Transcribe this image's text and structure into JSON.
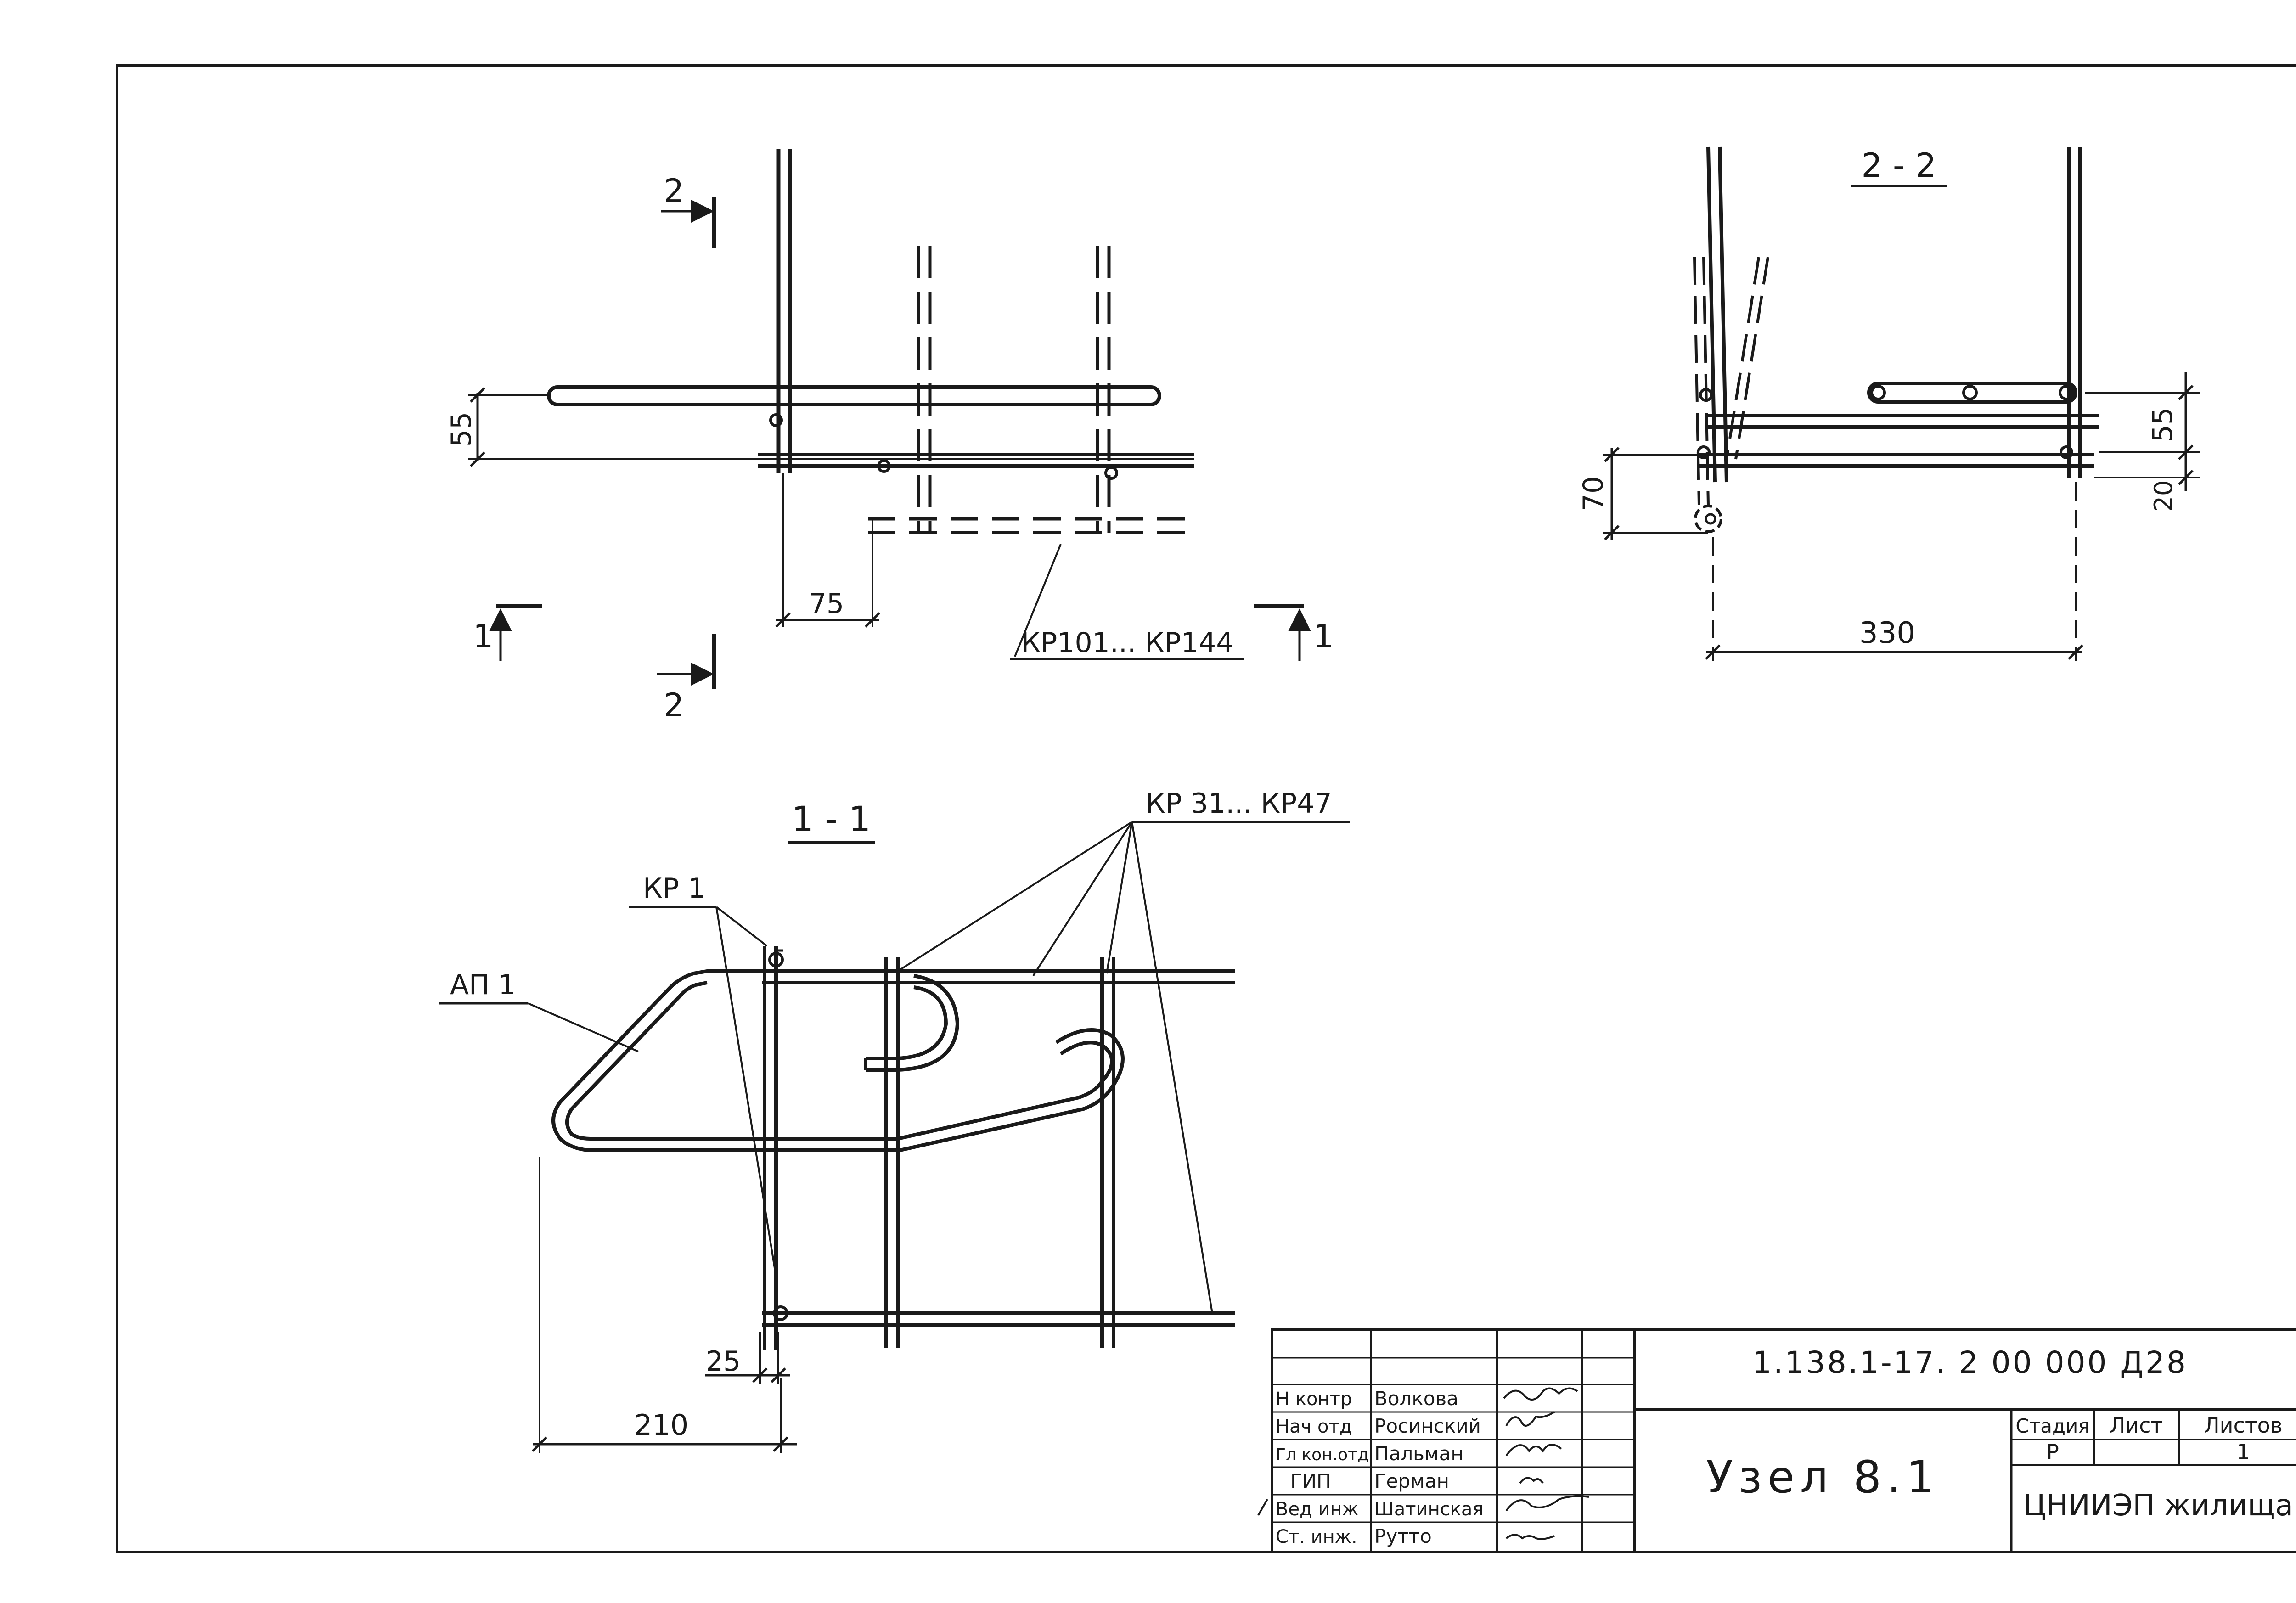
{
  "plan_view": {
    "section_mark_2_top": "2",
    "section_mark_2_bottom": "2",
    "section_mark_1_left": "1",
    "section_mark_1_right": "1",
    "dim_55": "55",
    "dim_75": "75",
    "callout_kr101_kr144": "КР101... КР144"
  },
  "section_2_2": {
    "title": "2 - 2",
    "dim_55": "55",
    "dim_20": "20",
    "dim_70": "70",
    "dim_330": "330"
  },
  "section_1_1": {
    "title": "1 - 1",
    "callout_kr31_kr47": "КР 31... КР47",
    "callout_kr1": "КР 1",
    "callout_ap1": "АП 1",
    "dim_25": "25",
    "dim_210": "210"
  },
  "title_block": {
    "document_code": "1.138.1-17. 2 00 000 Д28",
    "drawing_title": "Узел 8.1",
    "header_stage": "Стадия",
    "header_sheet": "Лист",
    "header_sheets": "Листов",
    "stage_value": "Р",
    "sheets_value": "1",
    "organization": "ЦНИИЭП жилища",
    "signatories": [
      {
        "role": "Н контр",
        "name": "Волкова"
      },
      {
        "role": "Нач отд",
        "name": "Росинский"
      },
      {
        "role": "Гл кон.отд",
        "name": "Пальман"
      },
      {
        "role": "ГИП",
        "name": "Герман"
      },
      {
        "role": "Вед инж",
        "name": "Шатинская"
      },
      {
        "role": "Ст. инж.",
        "name": "Рутто"
      }
    ]
  }
}
